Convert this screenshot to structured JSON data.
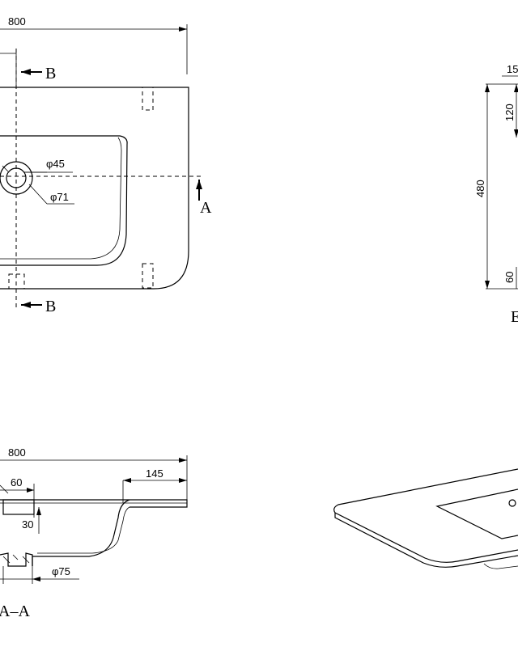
{
  "top_view": {
    "width_dim": "800",
    "dia_inner": "φ45",
    "dia_outer": "φ71",
    "section_b_top": "B",
    "section_b_bottom": "B",
    "section_a": "A"
  },
  "side_view": {
    "dim_150": "15",
    "dim_120": "120",
    "dim_480": "480",
    "dim_60": "60",
    "view_label": "E"
  },
  "section_view": {
    "width_dim": "800",
    "dim_60": "60",
    "dim_145": "145",
    "dim_30": "30",
    "dia_75": "φ75",
    "section_label": "A–A"
  }
}
